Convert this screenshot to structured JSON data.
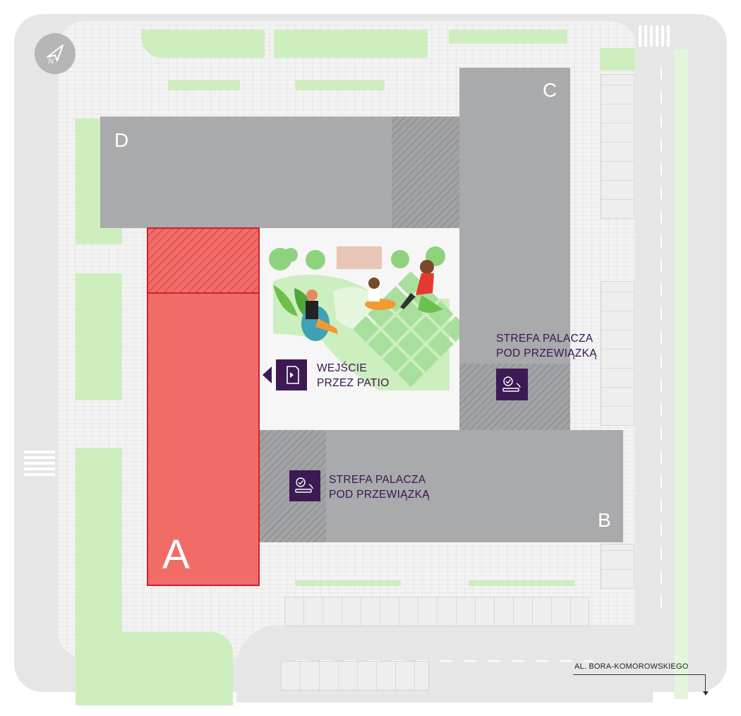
{
  "buildings": {
    "a": {
      "label": "A"
    },
    "b": {
      "label": "B"
    },
    "c": {
      "label": "C"
    },
    "d": {
      "label": "D"
    }
  },
  "entrance": {
    "line1": "WEJŚCIE",
    "line2": "PRZEZ PATIO",
    "icon": "door-enter-icon"
  },
  "smoking_zones": [
    {
      "line1": "STREFA PALACZA",
      "line2": "POD PRZEWIĄZKĄ",
      "icon": "smoking-icon"
    },
    {
      "line1": "STREFA PALACZA",
      "line2": "POD PRZEWIĄZKĄ",
      "icon": "smoking-icon"
    }
  ],
  "street": {
    "name": "AL. BORA-KOMOROWSKIEGO"
  },
  "compass": {
    "label": "N"
  },
  "colors": {
    "highlight_building": "#f26c68",
    "building": "#a9aaac",
    "zone_accent": "#3d1a54",
    "grass": "#cfeebf"
  }
}
